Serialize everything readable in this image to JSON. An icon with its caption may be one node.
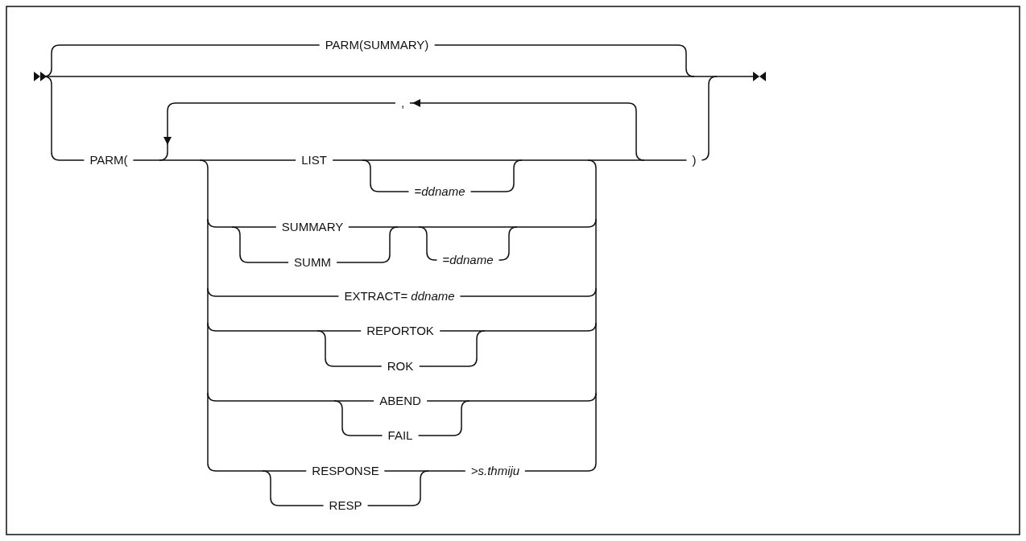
{
  "diagram": {
    "labels": [
      "PARM(SUMMARY)",
      ",",
      "PARM(",
      "LIST",
      ")",
      "=*ddname*",
      "SUMMARY",
      "SUMM",
      "=*ddname*",
      "EXTRACT= *ddname*",
      "REPORTOK",
      "ROK",
      "ABEND",
      "FAIL",
      "RESPONSE",
      ">s.thmiju",
      "RESP"
    ]
  }
}
